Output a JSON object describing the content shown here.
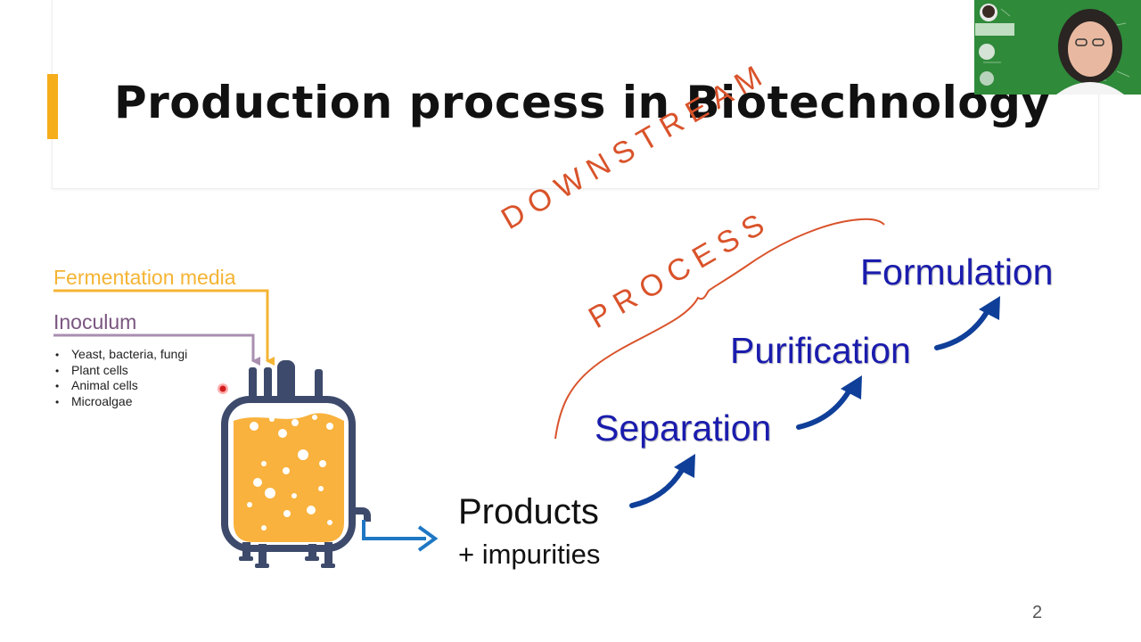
{
  "slide": {
    "title": "Production process in Biotechnology",
    "page_number": "2",
    "accent_color": "#f6ad1b"
  },
  "inputs": {
    "fermentation_media": "Fermentation media",
    "inoculum": "Inoculum",
    "inoculum_types": [
      "Yeast, bacteria, fungi",
      "Plant cells",
      "Animal cells",
      "Microalgae"
    ]
  },
  "output": {
    "products": "Products",
    "impurities": "+ impurities"
  },
  "downstream": {
    "label_line1": "DOWNSTREAM",
    "label_line2": "PROCESS",
    "steps": [
      "Separation",
      "Purification",
      "Formulation"
    ]
  },
  "colors": {
    "fermentation": "#f4b433",
    "inoculum": "#7a5580",
    "steps": "#1a1cad",
    "downstream": "#d9532b",
    "outflow_arrow": "#1f77c4",
    "bioreactor": "#3d4a6b",
    "broth": "#f9b23d"
  },
  "icons": [
    "bioreactor-icon",
    "laser-pointer-icon",
    "webcam-presenter"
  ]
}
